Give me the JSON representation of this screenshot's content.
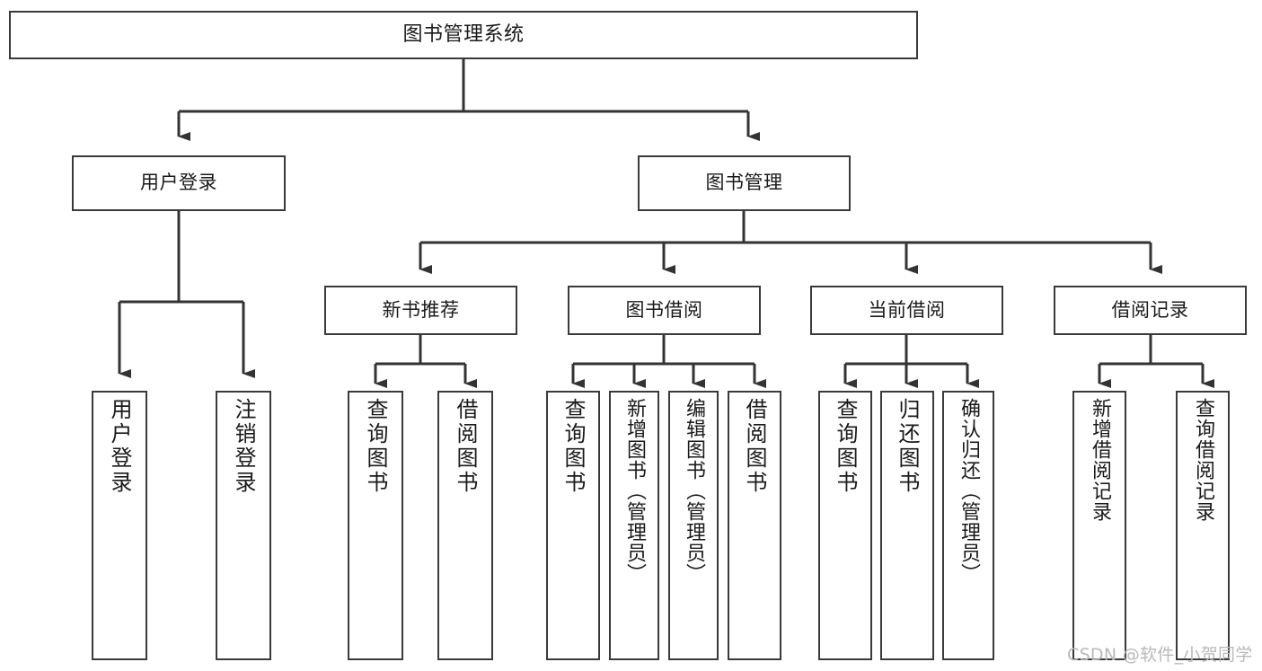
{
  "diagram": {
    "title": "图书管理系统",
    "type": "hierarchy-tree",
    "colors": {
      "background": "#ffffff",
      "box_border": "#3a3a3a",
      "box_fill": "#ffffff",
      "edge": "#333333",
      "text": "#1a1a1a",
      "watermark": "#b9b9b9"
    },
    "root": {
      "label": "图书管理系统"
    },
    "level2": [
      {
        "label": "用户登录"
      },
      {
        "label": "图书管理"
      }
    ],
    "level3": [
      {
        "label": "新书推荐"
      },
      {
        "label": "图书借阅"
      },
      {
        "label": "当前借阅"
      },
      {
        "label": "借阅记录"
      }
    ],
    "leaves": {
      "user_login": [
        {
          "label": "用户登录"
        },
        {
          "label": "注销登录"
        }
      ],
      "new_book_recommend": [
        {
          "label": "查询图书"
        },
        {
          "label": "借阅图书"
        }
      ],
      "book_borrow": [
        {
          "label": "查询图书"
        },
        {
          "label": "新增图书（管理员）"
        },
        {
          "label": "编辑图书（管理员）"
        },
        {
          "label": "借阅图书"
        }
      ],
      "current_borrow": [
        {
          "label": "查询图书"
        },
        {
          "label": "归还图书"
        },
        {
          "label": "确认归还（管理员）"
        }
      ],
      "borrow_record": [
        {
          "label": "新增借阅记录"
        },
        {
          "label": "查询借阅记录"
        }
      ]
    }
  },
  "watermark": {
    "text": "CSDN @软件_小贺同学"
  }
}
